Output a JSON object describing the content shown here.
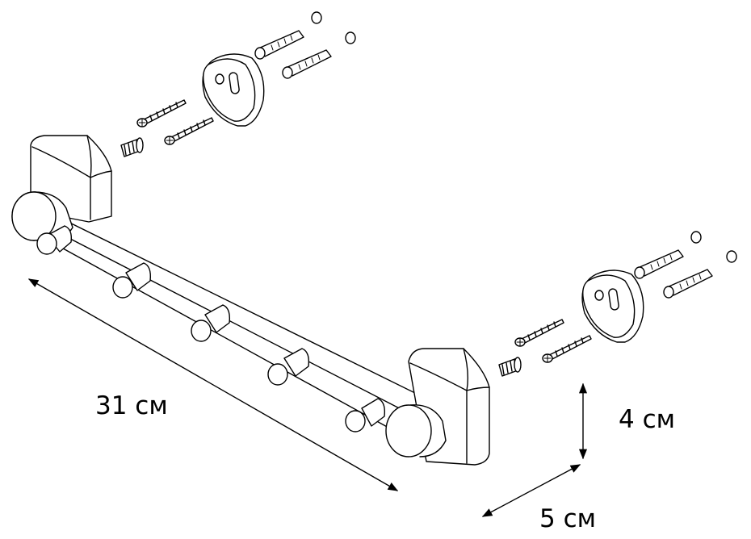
{
  "dimensions": {
    "length": "31 см",
    "height": "4 см",
    "depth": "5 см"
  },
  "colors": {
    "stroke": "#000000",
    "fill": "#ffffff"
  },
  "parts": {
    "rail": "hook-rail",
    "hooks": 5,
    "wall_plates": 2,
    "screws_per_plate": 2,
    "dowels_per_plate": 2,
    "caps_per_plate": 2,
    "set_screws": 2
  }
}
